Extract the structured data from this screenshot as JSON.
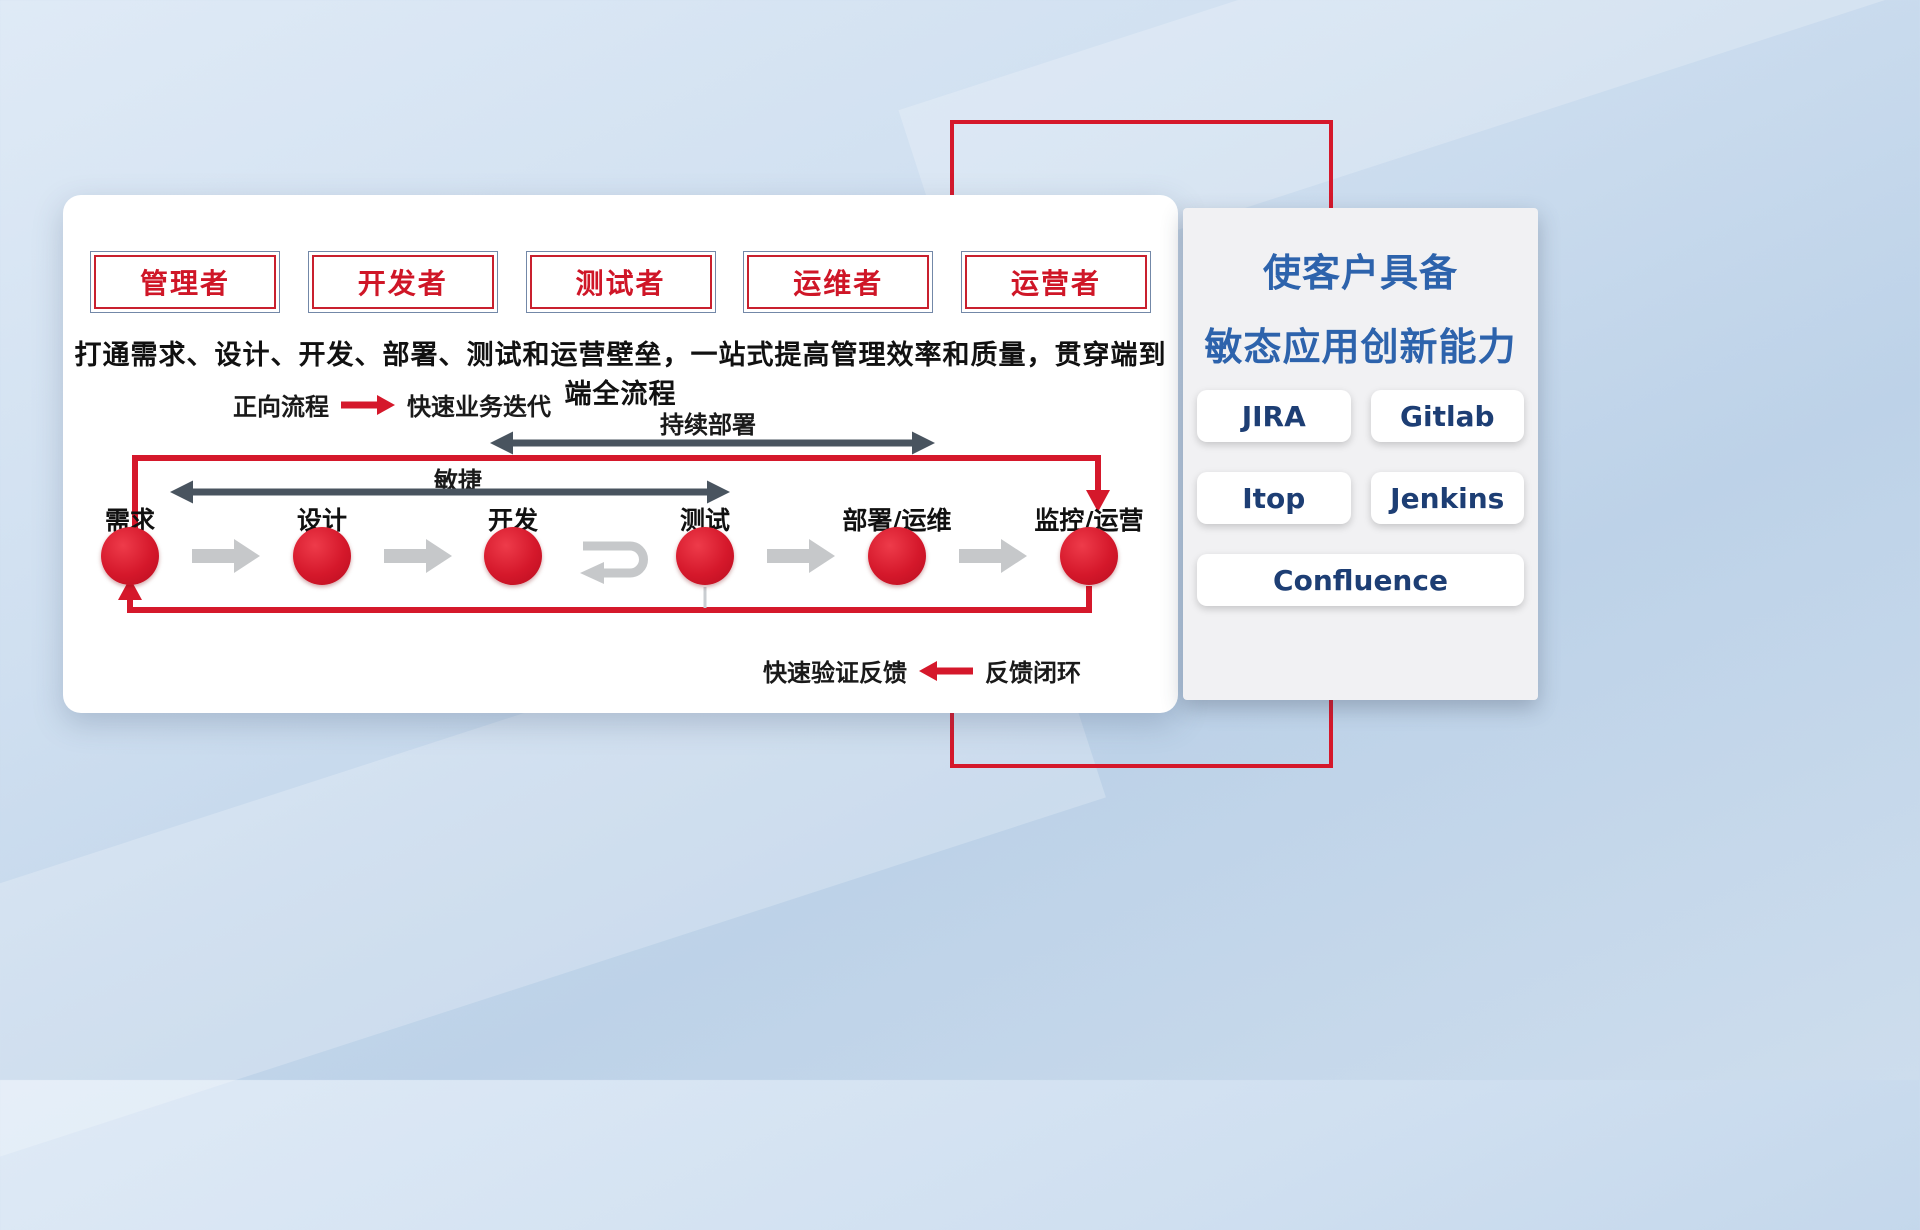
{
  "colors": {
    "red": "#d5182b",
    "blue_title": "#2d63ac",
    "tool_text": "#1d3e74",
    "dark_arrow": "#49545f",
    "gray_arrow": "#c6c8ca"
  },
  "roles": [
    "管理者",
    "开发者",
    "测试者",
    "运维者",
    "运营者"
  ],
  "subtitle": "打通需求、设计、开发、部署、测试和运营壁垒，一站式提高管理效率和质量，贯穿端到端全流程",
  "legend_forward": {
    "label": "正向流程",
    "value": "快速业务迭代"
  },
  "span_arrows": {
    "deploy": "持续部署",
    "agile": "敏捷"
  },
  "stages": [
    "需求",
    "设计",
    "开发",
    "测试",
    "部署/运维",
    "监控/运营"
  ],
  "legend_feedback": {
    "label": "快速验证反馈",
    "value": "反馈闭环"
  },
  "right_panel": {
    "title_line1": "使客户具备",
    "title_line2": "敏态应用创新能力",
    "tools": [
      "JIRA",
      "Gitlab",
      "Itop",
      "Jenkins",
      "Confluence"
    ]
  }
}
